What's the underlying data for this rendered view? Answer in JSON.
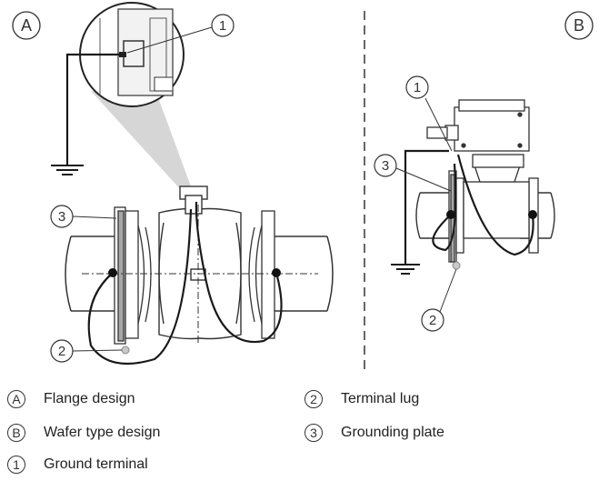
{
  "panels": {
    "a_marker": "A",
    "b_marker": "B"
  },
  "callouts": {
    "a_ground_terminal": "1",
    "a_grounding_plate": "3",
    "a_terminal_lug": "2",
    "b_ground_terminal": "1",
    "b_grounding_plate": "3",
    "b_terminal_lug": "2"
  },
  "legend": {
    "items": [
      {
        "key": "A",
        "text": "Flange design"
      },
      {
        "key": "2",
        "text": "Terminal lug"
      },
      {
        "key": "B",
        "text": "Wafer type design"
      },
      {
        "key": "3",
        "text": "Grounding plate"
      },
      {
        "key": "1",
        "text": "Ground terminal"
      }
    ]
  },
  "colors": {
    "line": "#1a1a1a",
    "plate": "#9a9a9a",
    "zoom_cone": "#cfcfcf"
  }
}
